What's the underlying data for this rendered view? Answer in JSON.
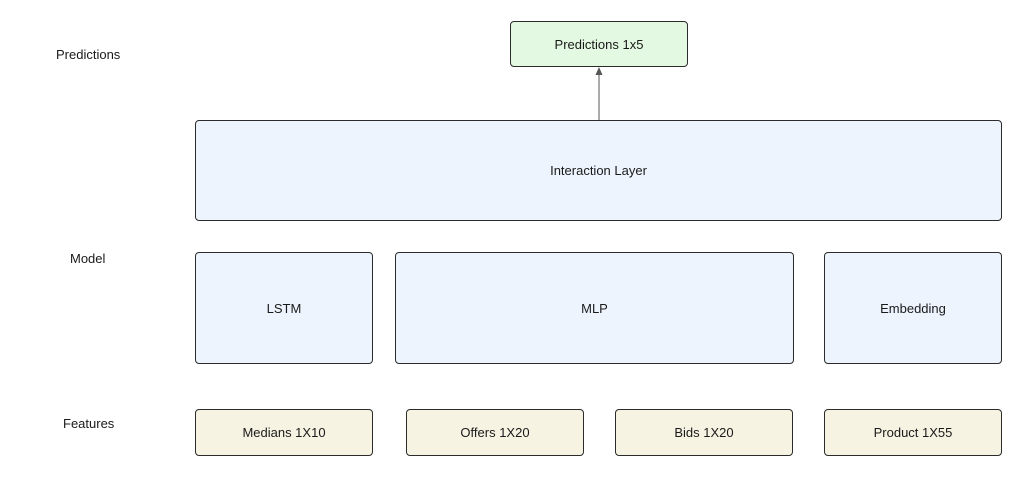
{
  "row_labels": {
    "predictions": "Predictions",
    "model": "Model",
    "features": "Features"
  },
  "output": {
    "predictions": "Predictions 1x5"
  },
  "model": {
    "interaction_layer": "Interaction Layer",
    "lstm": "LSTM",
    "mlp": "MLP",
    "embedding": "Embedding"
  },
  "features": {
    "medians": "Medians 1X10",
    "offers": "Offers 1X20",
    "bids": "Bids 1X20",
    "product": "Product 1X55"
  },
  "colors": {
    "output_fill": "#e3f9e1",
    "model_fill": "#eef4fe",
    "feature_fill": "#f7f3e2",
    "border": "#2b2b2b"
  },
  "connectors": [
    {
      "from": "interaction-layer",
      "to": "predictions-output"
    }
  ]
}
